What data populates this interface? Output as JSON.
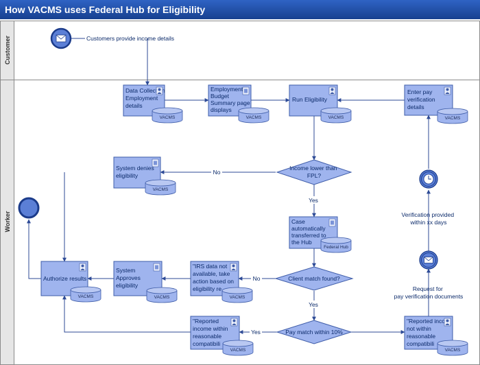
{
  "title": "How VACMS uses Federal Hub for Eligibility",
  "lanes": {
    "customer": "Customer",
    "worker": "Worker"
  },
  "events": {
    "start_label": "Customers provide income details",
    "verification_provided": [
      "Verification provided",
      "within xx days"
    ],
    "request_pay": [
      "Request for",
      "pay verification documents"
    ]
  },
  "tasks": {
    "data_collection": [
      "Data Collection",
      "Employment",
      "details"
    ],
    "budget_summary": [
      "Employment",
      "Budget",
      "Summary page",
      "displays"
    ],
    "run_eligibility": [
      "Run Eligibility"
    ],
    "enter_pay": [
      "Enter pay",
      "verification",
      "details"
    ],
    "system_denies": [
      "System denies",
      "eligibility"
    ],
    "case_transferred": [
      "Case",
      "automatically",
      "transferred to",
      "the Hub"
    ],
    "authorize_results": [
      "Authorize results"
    ],
    "system_approves": [
      "System",
      "Approves",
      "eligibility"
    ],
    "irs_not_available": [
      "\"IRS data not",
      "available, take",
      "action based on",
      "eligibility re"
    ],
    "reported_within": [
      "\"Reported",
      "income within",
      "reasonable",
      "compatibili"
    ],
    "reported_not_within": [
      "\"Reported inco",
      "not within",
      "reasonable",
      "compatibili"
    ]
  },
  "databases": {
    "vacms": "VACMS",
    "federal_hub": "Federal Hub"
  },
  "gateways": {
    "income_lower": [
      "Income lower than",
      "FPL?"
    ],
    "client_match": [
      "Client match found?"
    ],
    "pay_match": [
      "Pay match within 10%"
    ]
  },
  "flow_labels": {
    "yes": "Yes",
    "no": "No"
  },
  "colors": {
    "title_bar": "#1f4fa8",
    "task_fill": "#9fb4ee",
    "task_stroke": "#3e5ca8",
    "connector": "#2d4a96",
    "event_fill": "#5b7fd6"
  }
}
